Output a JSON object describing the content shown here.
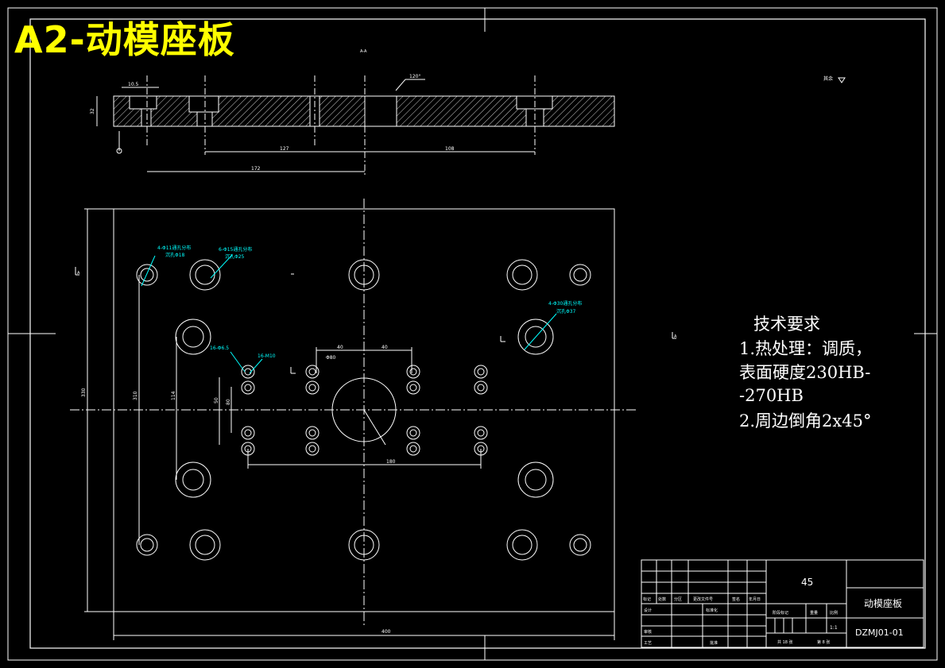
{
  "title": "A2-动模座板",
  "tech_requirements": {
    "heading": "技术要求",
    "line1": "1.热处理：调质，",
    "line2": "表面硬度230HB-",
    "line3": "-270HB",
    "line4": "2.周边倒角2x45°"
  },
  "section_view": {
    "section_label": "A-A",
    "roughness_note": "其余",
    "dims": {
      "d_top_left": "10.5",
      "height": "32",
      "d_127": "127",
      "d_108": "108",
      "d_172": "172",
      "chamfer": "120°"
    }
  },
  "plan_view": {
    "dims": {
      "width": "400",
      "height": "330",
      "inner_h": "310",
      "d_114": "114",
      "d_40a": "40",
      "d_40b": "40",
      "d_180": "180",
      "d_50": "50",
      "d_80": "80",
      "bore_dia": "Φ80"
    },
    "notes": {
      "n1": "4-Φ11通孔分布",
      "n1b": "沉孔Φ18",
      "n2": "6-Φ15通孔分布",
      "n2b": "沉孔Φ25",
      "n3": "4-Φ30通孔分布",
      "n3b": "沉孔Φ37",
      "n4": "16-Φ6.5",
      "n5": "16-M10"
    },
    "section_marks": [
      "A",
      "A"
    ]
  },
  "title_block": {
    "material": "45",
    "part_name": "动模座板",
    "drawing_no": "DZMJ01-01",
    "scale": "1:1",
    "labels": {
      "mark": "标记",
      "count": "处数",
      "zone": "分区",
      "doc_no": "更改文件号",
      "signature": "签名",
      "date": "年月日",
      "design": "设计",
      "standardize": "标准化",
      "stage_mark": "阶段标记",
      "weight": "重量",
      "ratio": "比例",
      "review": "审核",
      "process": "工艺",
      "approve": "批准",
      "total_sheets": "共 18 张",
      "sheet_no": "第 8 张"
    }
  }
}
